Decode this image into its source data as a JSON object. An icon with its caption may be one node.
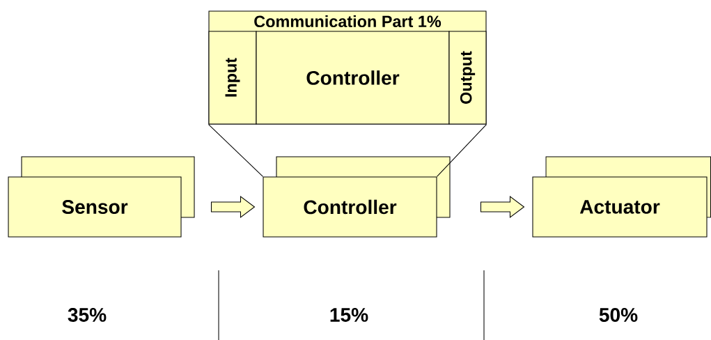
{
  "diagram": {
    "nodes": [
      {
        "text": [
          "Communication Part 1%"
        ]
      },
      {
        "text": [
          "Input"
        ],
        "in": 0
      },
      {
        "text": [
          "Controller"
        ],
        "in": 0
      },
      {
        "text": [
          "Output"
        ],
        "in": 0
      },
      {
        "text": [
          "Sensor"
        ]
      },
      {
        "text": [
          "Controller"
        ]
      },
      {
        "text": [
          "Actuator"
        ]
      }
    ],
    "edges": [
      {
        "from": 4,
        "to": 5,
        "arrow": "to"
      },
      {
        "from": 5,
        "to": 6,
        "arrow": "to"
      },
      {
        "from": 0,
        "to": 5,
        "arrow": "none"
      },
      {
        "from": 0,
        "to": 5,
        "arrow": "none"
      }
    ],
    "labels": [
      "35%",
      "15%",
      "50%"
    ]
  }
}
